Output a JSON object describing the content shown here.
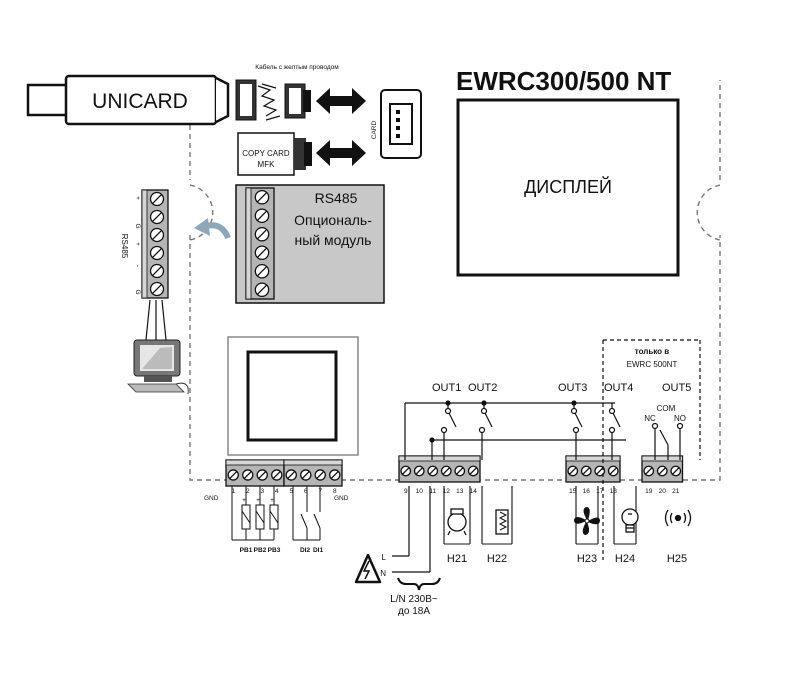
{
  "title": "EWRC300/500 NT",
  "unicard_label": "UNICARD",
  "cable_note": "Кабель с желтым проводом",
  "copy_card": {
    "line1": "COPY CARD",
    "line2": "MFK"
  },
  "card_label": "CARD",
  "display_label": "ДИСПЛЕЙ",
  "rs485_module": {
    "line1": "RS485",
    "line2": "Опциональ-",
    "line3": "ный модуль"
  },
  "rs485_side": {
    "label": "RS485",
    "pins": [
      "+",
      "G",
      "+",
      "-",
      "G"
    ]
  },
  "only_500": {
    "line1": "только в",
    "line2": "EWRC 500NT"
  },
  "outputs": {
    "out1": "OUT1",
    "out2": "OUT2",
    "out3": "OUT3",
    "out4": "OUT4",
    "out5": "OUT5",
    "com": "COM",
    "nc": "NC",
    "no": "NO"
  },
  "low_terminals": [
    "1",
    "2",
    "3",
    "4",
    "5",
    "6",
    "7",
    "8"
  ],
  "low_labels": {
    "gnd_left": "GND",
    "gnd_right": "GND",
    "plus1": "+",
    "plus2": "+",
    "plus3": "+"
  },
  "probes": [
    "PB1",
    "PB2",
    "PB3"
  ],
  "digital_inputs": [
    "DI2",
    "DI1"
  ],
  "high_terminals": [
    "9",
    "10",
    "11",
    "12",
    "13",
    "14",
    "15",
    "16",
    "17",
    "18",
    "19",
    "20",
    "21"
  ],
  "loads": [
    "H21",
    "H22",
    "H23",
    "H24",
    "H25"
  ],
  "power": {
    "l": "L",
    "n": "N",
    "line1": "L/N 230В~",
    "line2": "до 18А"
  }
}
